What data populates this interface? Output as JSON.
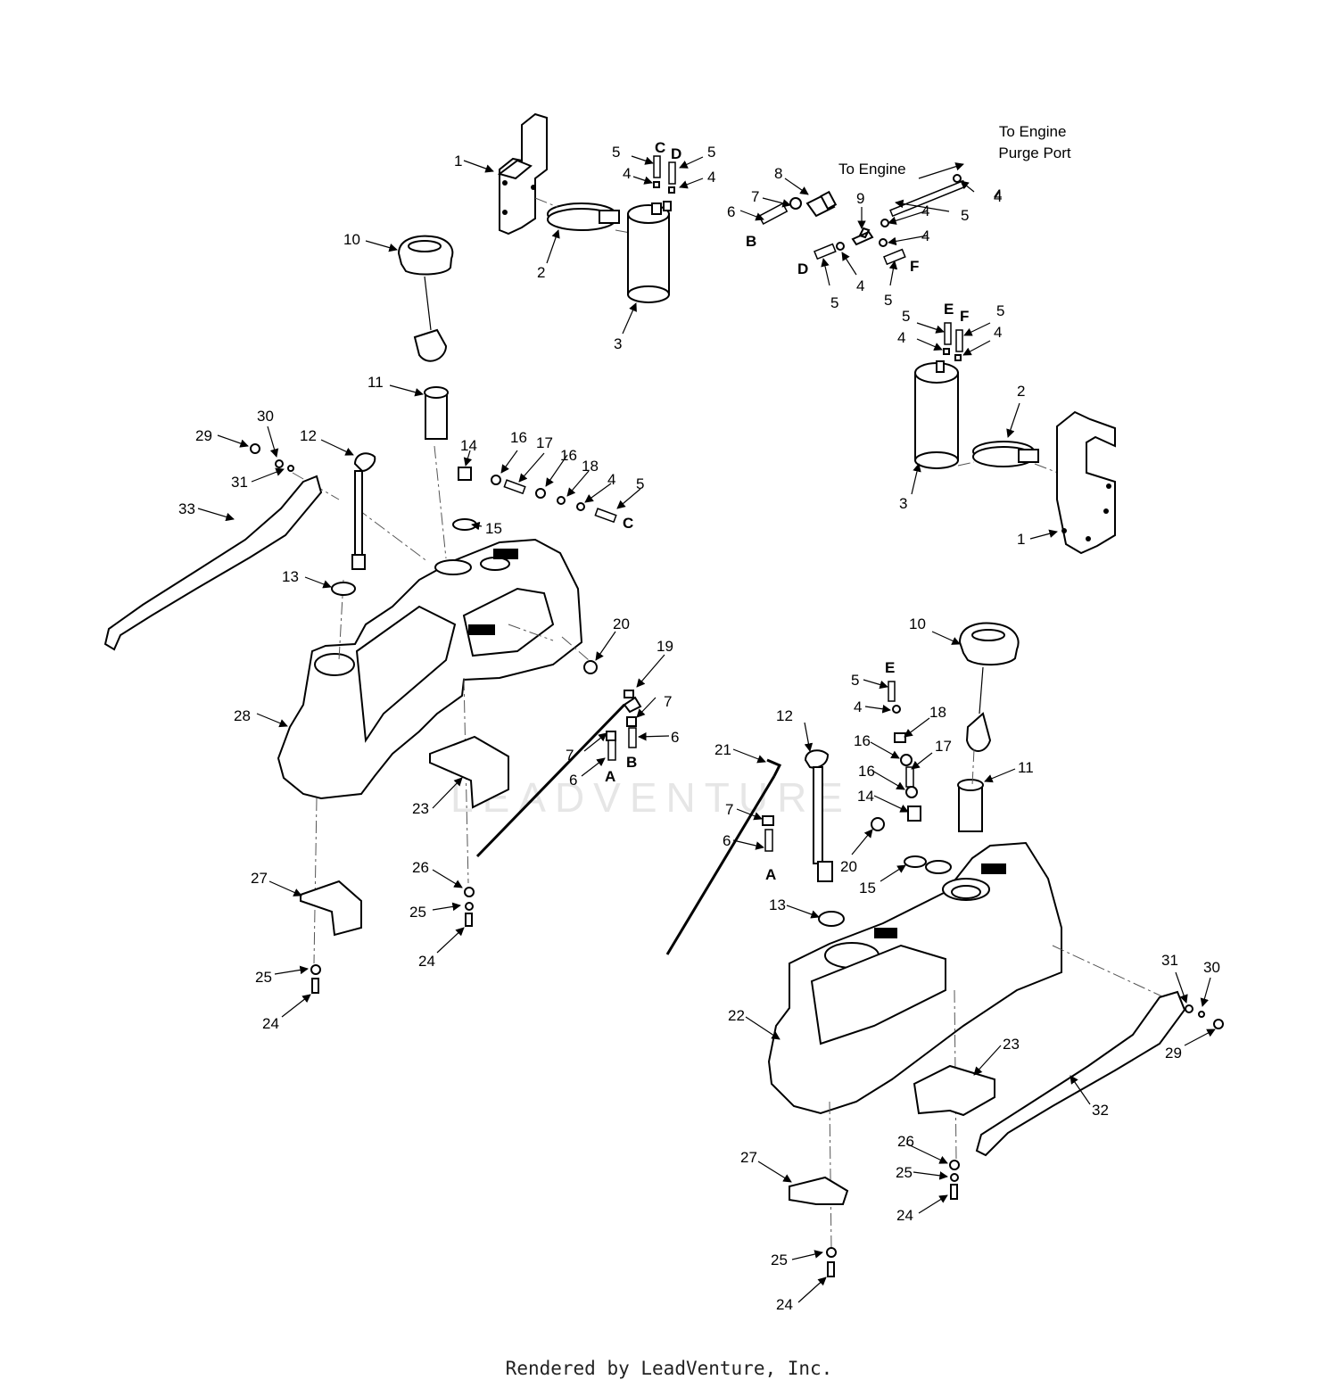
{
  "notes": {
    "to_engine": "To Engine",
    "to_engine_purge_port": "To Engine\nPurge Port"
  },
  "footer": "Rendered by LeadVenture, Inc.",
  "watermark": "LEADVENTURE",
  "callouts_left": [
    "1",
    "2",
    "3",
    "4",
    "4",
    "5",
    "5",
    "10",
    "11",
    "12",
    "13",
    "14",
    "15",
    "16",
    "16",
    "17",
    "18",
    "4",
    "5",
    "19",
    "20",
    "7",
    "7",
    "6",
    "6",
    "23",
    "24",
    "24",
    "25",
    "25",
    "26",
    "27",
    "28",
    "29",
    "30",
    "31",
    "33"
  ],
  "callouts_right": [
    "4",
    "5",
    "6",
    "7",
    "8",
    "9",
    "4",
    "4",
    "5",
    "5",
    "4",
    "4",
    "5",
    "5",
    "4",
    "4",
    "2",
    "3",
    "1",
    "10",
    "5",
    "4",
    "18",
    "16",
    "17",
    "16",
    "14",
    "11",
    "12",
    "21",
    "7",
    "6",
    "20",
    "15",
    "13",
    "22",
    "23",
    "26",
    "25",
    "24",
    "27",
    "25",
    "24",
    "31",
    "30",
    "29",
    "32"
  ],
  "letters": [
    "C",
    "D",
    "B",
    "D",
    "F",
    "E",
    "F",
    "C",
    "A",
    "B",
    "E",
    "A"
  ],
  "colors": {
    "line": "#000000",
    "background": "#ffffff"
  }
}
